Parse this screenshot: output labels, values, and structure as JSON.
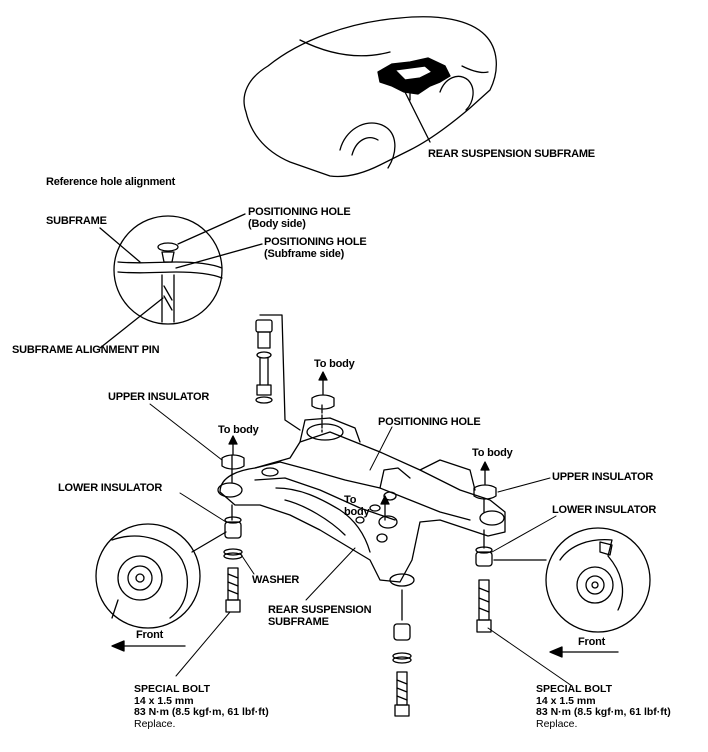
{
  "labels": {
    "rear_subframe_top": "REAR SUSPENSION SUBFRAME",
    "reference_hole_alignment": "Reference hole alignment",
    "subframe": "SUBFRAME",
    "positioning_hole_body": "POSITIONING HOLE",
    "positioning_hole_body_sub": "(Body side)",
    "positioning_hole_subframe": "POSITIONING HOLE",
    "positioning_hole_subframe_sub": "(Subframe side)",
    "subframe_alignment_pin": "SUBFRAME ALIGNMENT PIN",
    "to_body_top": "To body",
    "upper_insulator_left": "UPPER INSULATOR",
    "positioning_hole_main": "POSITIONING HOLE",
    "to_body_left": "To body",
    "to_body_right": "To body",
    "to_body_center_1": "To",
    "to_body_center_2": "body",
    "upper_insulator_right": "UPPER INSULATOR",
    "lower_insulator_left": "LOWER INSULATOR",
    "lower_insulator_right": "LOWER INSULATOR",
    "washer": "WASHER",
    "rear_subframe_main_1": "REAR SUSPENSION",
    "rear_subframe_main_2": "SUBFRAME",
    "front_left": "Front",
    "front_right": "Front"
  },
  "special_bolt_left": {
    "title": "SPECIAL BOLT",
    "size": "14 x 1.5 mm",
    "torque": "83 N·m (8.5 kgf·m, 61 lbf·ft)",
    "note": "Replace."
  },
  "special_bolt_right": {
    "title": "SPECIAL BOLT",
    "size": "14 x 1.5 mm",
    "torque": "83 N·m (8.5 kgf·m, 61 lbf·ft)",
    "note": "Replace."
  }
}
